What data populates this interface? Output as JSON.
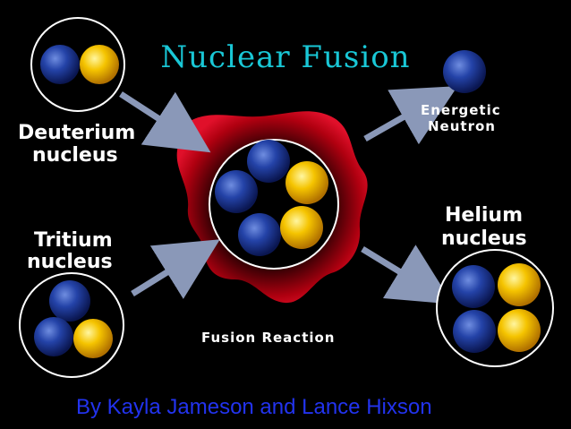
{
  "title": "Nuclear Fusion",
  "labels": {
    "deuterium": [
      "Deuterium",
      "nucleus"
    ],
    "tritium": [
      "Tritium",
      "nucleus"
    ],
    "helium": [
      "Helium",
      "nucleus"
    ],
    "neutron": [
      "Energetic",
      "Neutron"
    ],
    "reaction": "Fusion Reaction"
  },
  "credit": "By Kayla Jameson and Lance Hixson",
  "colors": {
    "background": "#000000",
    "title": "#19c7d6",
    "credit": "#2233ee",
    "neutron": "#1a3a9a",
    "proton": "#f5c400",
    "reaction_cloud": "#b00010",
    "arrow": "#8a98b8",
    "ring": "#ffffff"
  }
}
